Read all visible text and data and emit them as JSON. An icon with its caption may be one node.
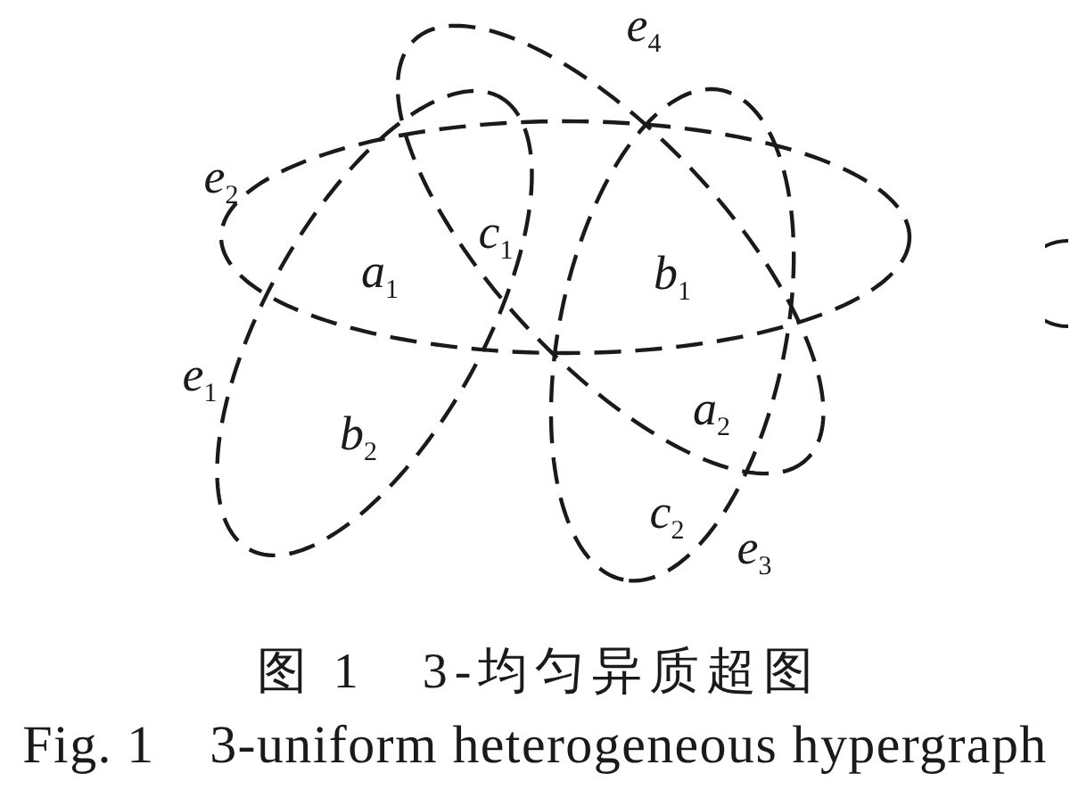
{
  "diagram": {
    "caption": "图 1　3-均匀异质超图",
    "nodes": [
      {
        "text": [
          "*e*$_{4}$"
        ]
      },
      {
        "text": [
          "*e*$_{2}$"
        ]
      },
      {
        "text": [
          "*e*$_{1}$"
        ]
      },
      {
        "text": [
          "*e*$_{3}$"
        ]
      }
    ],
    "labels": [
      "*c*$_{1}$",
      "*a*$_{1}$",
      "*b*$_{1}$",
      "*a*$_{2}$",
      "*b*$_{2}$",
      "*c*$_{2}$",
      "Fig. 1　3-uniform heterogeneous hypergraph"
    ]
  }
}
